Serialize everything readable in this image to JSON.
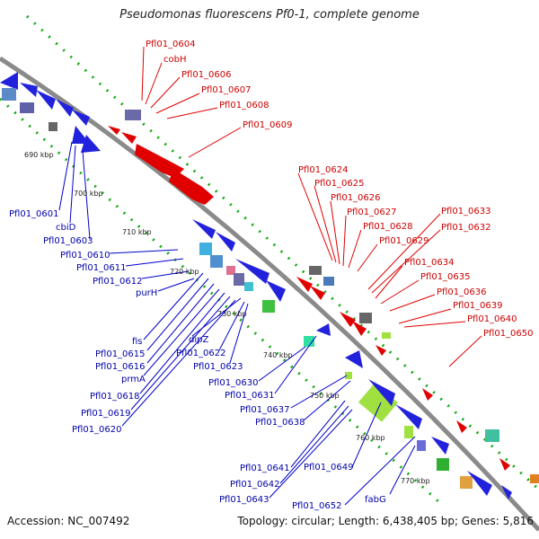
{
  "title": "Pseudomonas fluorescens Pf0-1, complete genome",
  "footer": {
    "accession": "Accession: NC_007492",
    "summary": "Topology: circular; Length: 6,438,405 bp; Genes: 5,816"
  },
  "colors": {
    "forward": "#e00000",
    "reverse": "#0000cc",
    "backbone": "#888888",
    "dotted": "#11aa11"
  },
  "ticks": [
    "690 kbp",
    "700 kbp",
    "710 kbp",
    "720 kbp",
    "730 kbp",
    "740 kbp",
    "750 kbp",
    "760 kbp",
    "770 kbp"
  ],
  "forward_labels": [
    "Pfl01_0604",
    "cobH",
    "Pfl01_0606",
    "Pfl01_0607",
    "Pfl01_0608",
    "Pfl01_0609",
    "Pfl01_0624",
    "Pfl01_0625",
    "Pfl01_0626",
    "Pfl01_0627",
    "Pfl01_0628",
    "Pfl01_0629",
    "Pfl01_0633",
    "Pfl01_0632",
    "Pfl01_0634",
    "Pfl01_0635",
    "Pfl01_0636",
    "Pfl01_0639",
    "Pfl01_0640",
    "Pfl01_0650"
  ],
  "reverse_labels": [
    "Pfl01_0601",
    "cbiD",
    "Pfl01_0603",
    "Pfl01_0610",
    "Pfl01_0611",
    "Pfl01_0612",
    "purH",
    "fis",
    "Pfl01_0615",
    "Pfl01_0616",
    "prmA",
    "Pfl01_0618",
    "Pfl01_0619",
    "Pfl01_0620",
    "dipZ",
    "Pfl01_0622",
    "Pfl01_0623",
    "Pfl01_0630",
    "Pfl01_0631",
    "Pfl01_0637",
    "Pfl01_0638",
    "Pfl01_0641",
    "Pfl01_0642",
    "Pfl01_0643",
    "Pfl01_0649",
    "Pfl01_0652",
    "fabG"
  ]
}
